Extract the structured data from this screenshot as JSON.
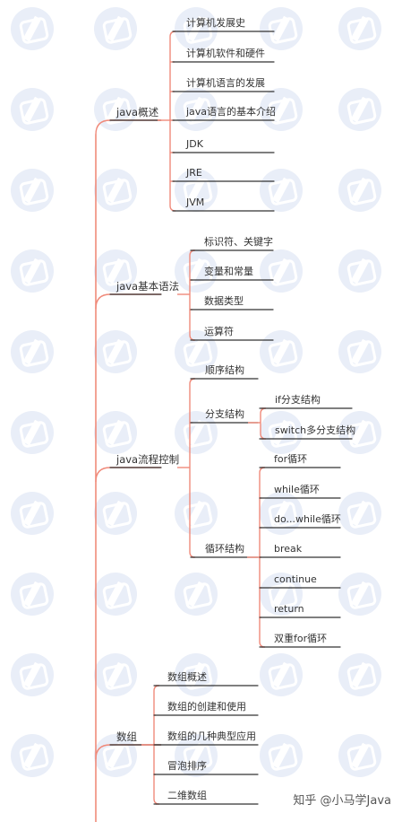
{
  "mindmap": {
    "branch_color": "#f08a7a",
    "underline_color": "#333333",
    "sections": [
      {
        "label": "java概述",
        "children": [
          {
            "label": "计算机发展史"
          },
          {
            "label": "计算机软件和硬件"
          },
          {
            "label": "计算机语言的发展"
          },
          {
            "label": "java语言的基本介绍"
          },
          {
            "label": "JDK"
          },
          {
            "label": "JRE"
          },
          {
            "label": "JVM"
          }
        ]
      },
      {
        "label": "java基本语法",
        "children": [
          {
            "label": "标识符、关键字"
          },
          {
            "label": "变量和常量"
          },
          {
            "label": "数据类型"
          },
          {
            "label": "运算符"
          }
        ]
      },
      {
        "label": "java流程控制",
        "children": [
          {
            "label": "顺序结构"
          },
          {
            "label": "分支结构",
            "children": [
              {
                "label": "if分支结构"
              },
              {
                "label": "switch多分支结构"
              }
            ]
          },
          {
            "label": "循环结构",
            "children": [
              {
                "label": "for循环"
              },
              {
                "label": "while循环"
              },
              {
                "label": "do...while循环"
              },
              {
                "label": "break"
              },
              {
                "label": "continue"
              },
              {
                "label": "return"
              },
              {
                "label": "双重for循环"
              }
            ]
          }
        ]
      },
      {
        "label": "数组",
        "children": [
          {
            "label": "数组概述"
          },
          {
            "label": "数组的创建和使用"
          },
          {
            "label": "数组的几种典型应用"
          },
          {
            "label": "冒泡排序"
          },
          {
            "label": "二维数组"
          }
        ]
      }
    ]
  },
  "footer": {
    "text": "知乎 @小马学Java"
  }
}
